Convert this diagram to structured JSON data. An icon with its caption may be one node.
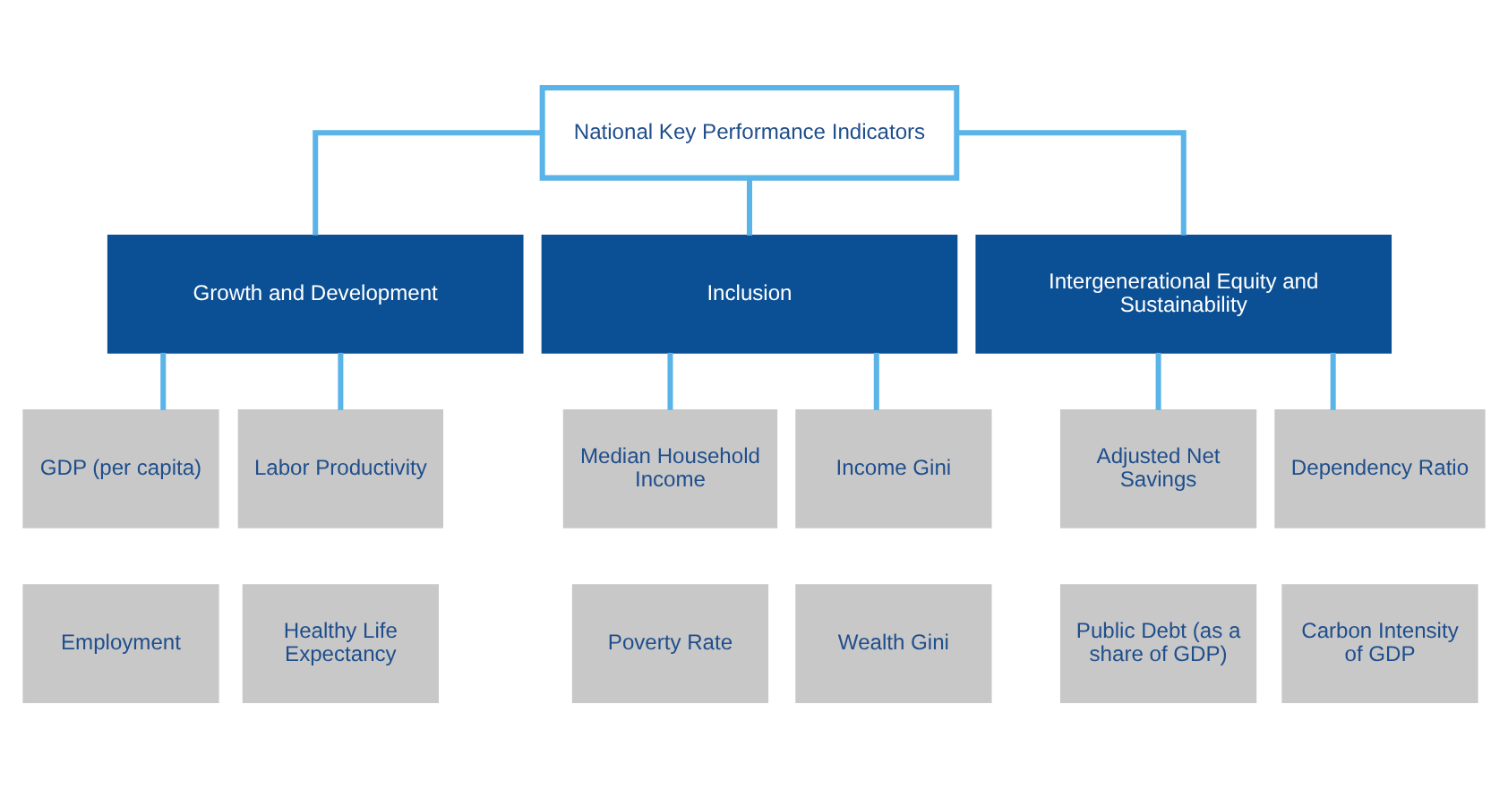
{
  "diagram": {
    "nodes": [
      {
        "text": [
          "National Key Performance Indicators"
        ]
      },
      {
        "text": [
          "Growth and Development"
        ]
      },
      {
        "text": [
          "Inclusion"
        ]
      },
      {
        "text": [
          "Intergenerational Equity and Sustainability"
        ]
      },
      {
        "text": [
          "GDP (per capita)"
        ]
      },
      {
        "text": [
          "Labor Productivity"
        ]
      },
      {
        "text": [
          "Median Household Income"
        ]
      },
      {
        "text": [
          "Income Gini"
        ]
      },
      {
        "text": [
          "Adjusted Net Savings"
        ]
      },
      {
        "text": [
          "Dependency Ratio"
        ]
      },
      {
        "text": [
          "Employment"
        ]
      },
      {
        "text": [
          "Healthy Life Expectancy"
        ]
      },
      {
        "text": [
          "Poverty Rate"
        ]
      },
      {
        "text": [
          "Wealth Gini"
        ]
      },
      {
        "text": [
          "Public Debt (as a share of GDP)"
        ]
      },
      {
        "text": [
          "Carbon Intensity of GDP"
        ]
      }
    ],
    "edges": [
      {
        "from": 0,
        "to": 1,
        "arrow": "none"
      },
      {
        "from": 0,
        "to": 2,
        "arrow": "none"
      },
      {
        "from": 0,
        "to": 3,
        "arrow": "none"
      },
      {
        "from": 1,
        "to": 4,
        "arrow": "none"
      },
      {
        "from": 1,
        "to": 5,
        "arrow": "none"
      },
      {
        "from": 2,
        "to": 6,
        "arrow": "none"
      },
      {
        "from": 2,
        "to": 7,
        "arrow": "none"
      },
      {
        "from": 3,
        "to": 8,
        "arrow": "none"
      },
      {
        "from": 3,
        "to": 9,
        "arrow": "none"
      }
    ]
  }
}
